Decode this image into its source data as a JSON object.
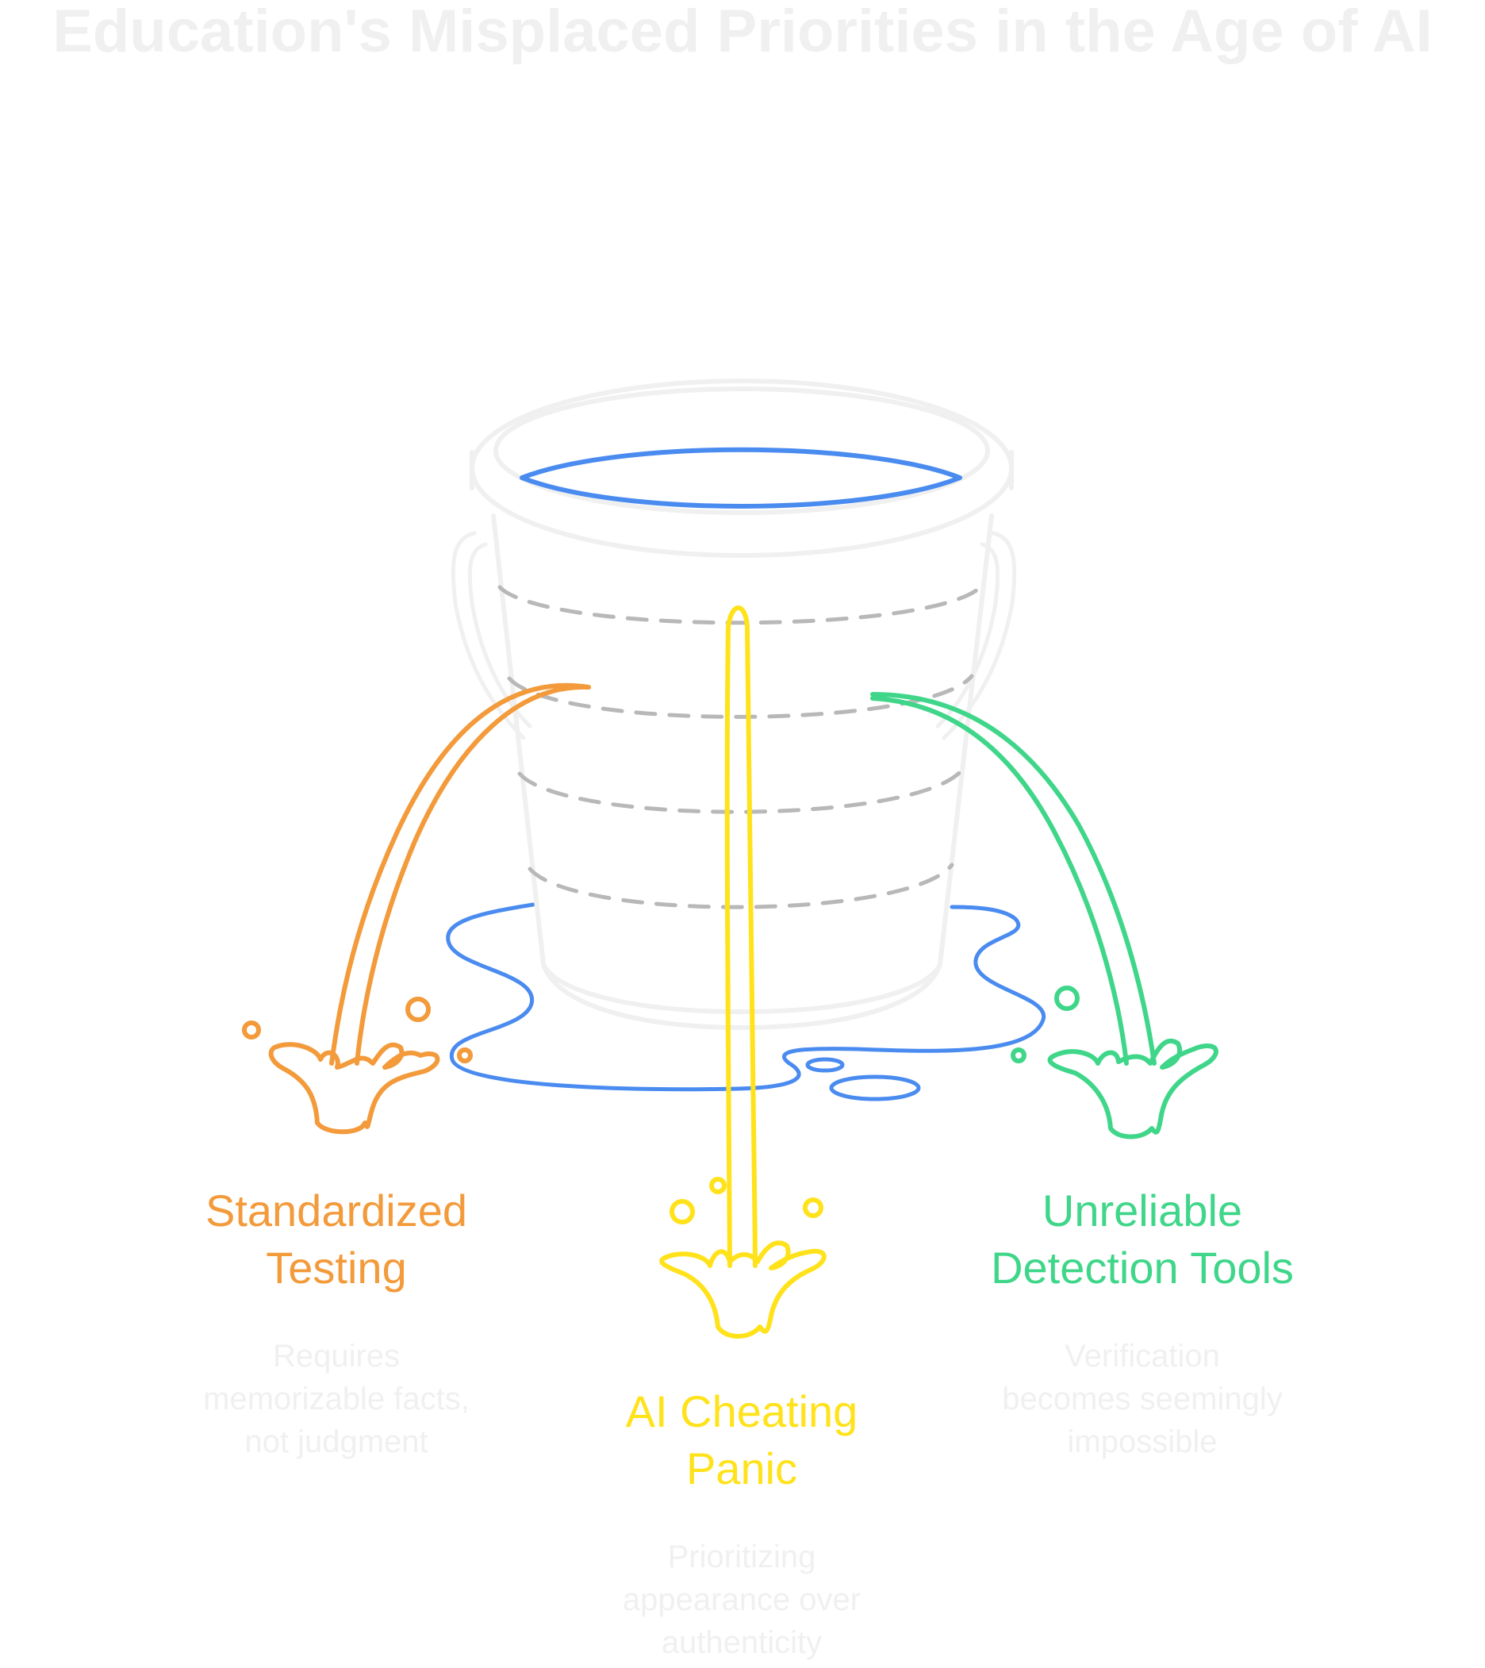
{
  "title": "Education's Misplaced Priorities in the Age of AI",
  "colors": {
    "orange": "#F39A3B",
    "yellow": "#FFE21A",
    "green": "#3FD68A",
    "blue": "#4A8BF0",
    "bucket": "#F0F0F0",
    "dash": "#B8B8B8",
    "faint_text": "#F0F0F0"
  },
  "items": [
    {
      "id": "standardized-testing",
      "heading_lines": [
        "Standardized",
        "Testing"
      ],
      "desc_lines": [
        "Requires",
        "memorizable facts,",
        "not judgment"
      ],
      "color": "#F39A3B",
      "icon": "splash-icon"
    },
    {
      "id": "ai-cheating-panic",
      "heading_lines": [
        "AI Cheating",
        "Panic"
      ],
      "desc_lines": [
        "Prioritizing",
        "appearance over",
        "authenticity"
      ],
      "color": "#FFE21A",
      "icon": "splash-icon"
    },
    {
      "id": "unreliable-detection-tools",
      "heading_lines": [
        "Unreliable",
        "Detection Tools"
      ],
      "desc_lines": [
        "Verification",
        "becomes seemingly",
        "impossible"
      ],
      "color": "#3FD68A",
      "icon": "splash-icon"
    }
  ],
  "icons": [
    "leaking-bucket-icon",
    "water-puddle-icon",
    "splash-icon"
  ]
}
